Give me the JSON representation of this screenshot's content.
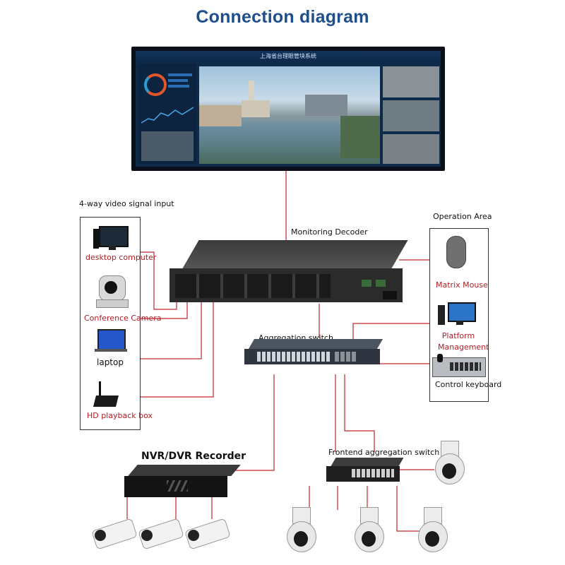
{
  "title": "Connection diagram",
  "screen": {
    "banner": "上海省台理眼管块系统"
  },
  "labels": {
    "input_group": "4-way video signal input",
    "operation_area": "Operation Area",
    "decoder": "Monitoring Decoder",
    "aggregation_switch": "Aggregation switch",
    "recorder": "NVR/DVR Recorder",
    "frontend_switch": "Frontend aggregation switch"
  },
  "inputs": [
    {
      "label": "desktop computer"
    },
    {
      "label": "Conference Camera"
    },
    {
      "label": "laptop"
    },
    {
      "label": "HD playback box"
    }
  ],
  "operation": [
    {
      "label": "Matrix Mouse"
    },
    {
      "label": "Platform\nManagement"
    },
    {
      "label": "Control keyboard"
    }
  ],
  "colors": {
    "title": "#1f4e8c",
    "wire": "#c0272d",
    "text_red": "#b01e24"
  }
}
